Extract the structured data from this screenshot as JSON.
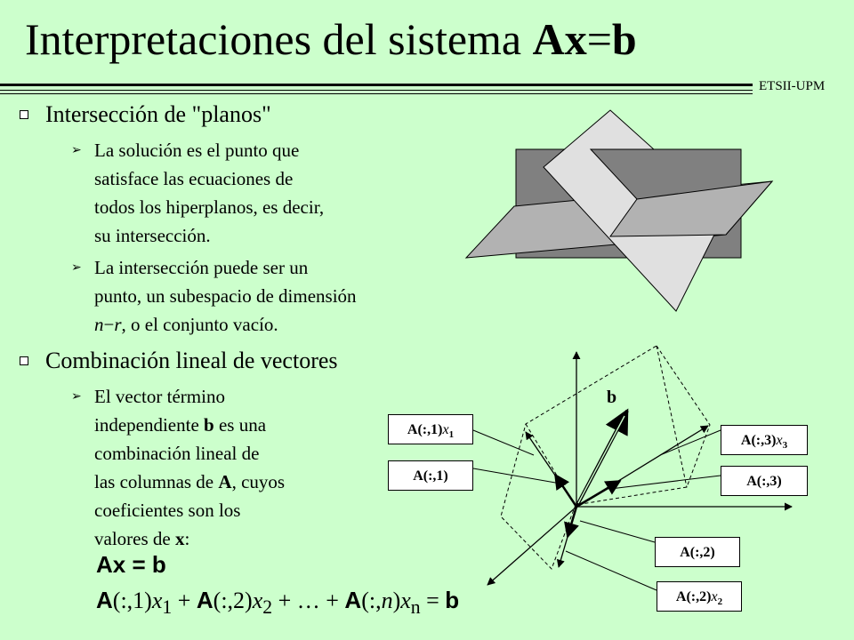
{
  "header": {
    "title_prefix": "Interpretaciones del sistema ",
    "title_A": "A",
    "title_x": "x",
    "title_eq": "=",
    "title_b": "b",
    "org": "ETSII-UPM"
  },
  "section1": {
    "heading": "Intersección de \"planos\"",
    "bullet1_lines": [
      "La solución es el punto que",
      "satisface las ecuaciones de",
      "todos los hiperplanos, es decir,",
      "su intersección."
    ],
    "bullet2_lines": [
      "La intersección puede ser un",
      "punto, un subespacio de dimensión"
    ],
    "bullet2_n": "n",
    "bullet2_minus": "−",
    "bullet2_r": "r",
    "bullet2_tail": ", o el conjunto vacío."
  },
  "section2": {
    "heading": "Combinación lineal de vectores",
    "line1": "El vector término",
    "line2_pre": "independiente ",
    "line2_b": "b",
    "line2_post": " es una",
    "line3": "combinación lineal de",
    "line4_pre": "las columnas de ",
    "line4_A": "A",
    "line4_post": ", cuyos",
    "line5": "coeficientes son los",
    "line6_pre": "valores de ",
    "line6_x": "x",
    "line6_post": ":"
  },
  "equations": {
    "eq1": "Ax = b",
    "eq2_parts": [
      "A",
      "(:,1)",
      "x",
      "1",
      " + ",
      "A",
      "(:,2)",
      "x",
      "2",
      " + … + ",
      "A",
      "(:,",
      "n",
      ")",
      "x",
      "n",
      " = ",
      "b"
    ]
  },
  "diagram": {
    "b_label": "b",
    "labels": {
      "a1x1": {
        "pre": "A(:,1)",
        "var": "x",
        "sub": "1"
      },
      "a1": "A(:,1)",
      "a3x3": {
        "pre": "A(:,3)",
        "var": "x",
        "sub": "3"
      },
      "a3": "A(:,3)",
      "a2": "A(:,2)",
      "a2x2": {
        "pre": "A(:,2)",
        "var": "x",
        "sub": "2"
      }
    },
    "colors": {
      "plane_dark": "#808080",
      "plane_mid": "#b2b2b2",
      "plane_light": "#e0e0e0",
      "label_bg": "#ffffff"
    }
  }
}
